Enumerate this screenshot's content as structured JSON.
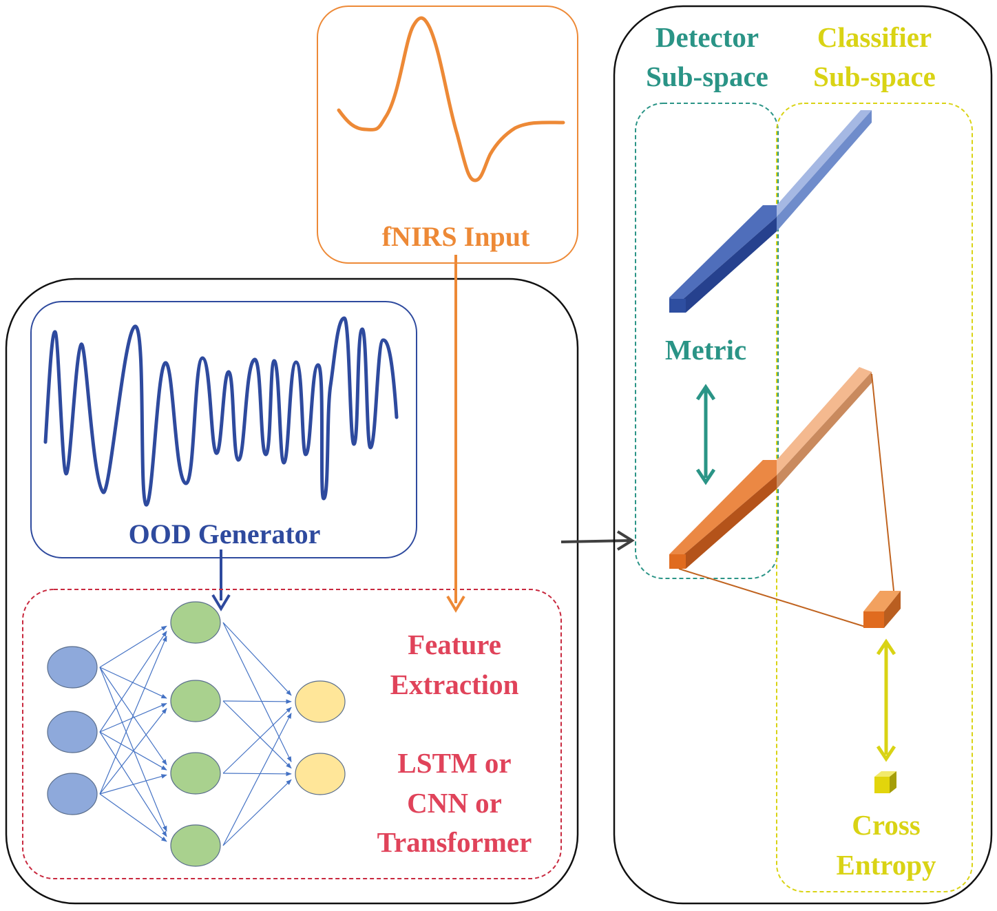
{
  "labels": {
    "fnirs_input": "fNIRS Input",
    "ood_generator": "OOD Generator",
    "feature_line1": "Feature",
    "feature_line2": "Extraction",
    "model_line1": "LSTM or",
    "model_line2": "CNN or",
    "model_line3": "Transformer",
    "detector_line1": "Detector",
    "detector_line2": "Sub-space",
    "classifier_line1": "Classifier",
    "classifier_line2": "Sub-space",
    "metric": "Metric",
    "cross_line1": "Cross",
    "cross_line2": "Entropy"
  },
  "colors": {
    "fnirs": "#ED8936",
    "ood": "#2E4A9E",
    "feature": "#E0435A",
    "detector": "#2A9486",
    "classifier": "#D9D314",
    "border": "#111111",
    "node_input": "#8EA9DB",
    "node_hidden": "#A9D18E",
    "node_output": "#FFE699",
    "bar_blue": "#3B5FAF",
    "bar_orange": "#E06B1F",
    "cube_yellow": "#E2D50C"
  }
}
